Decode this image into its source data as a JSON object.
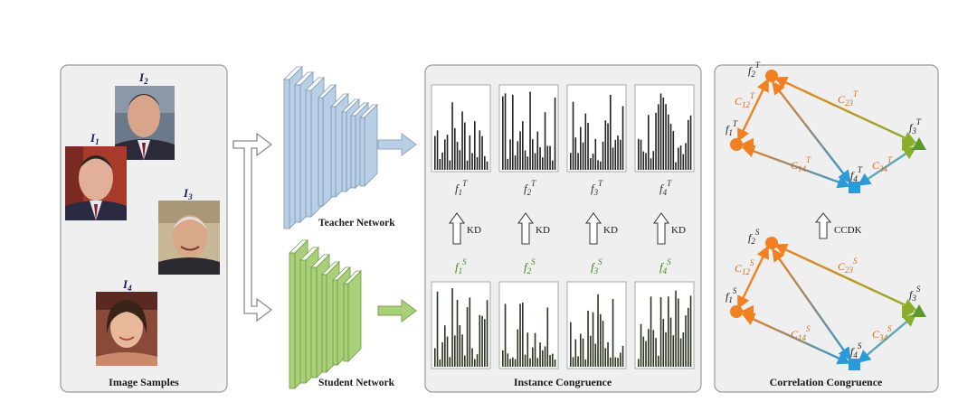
{
  "image_samples": {
    "title": "Image Samples",
    "labels": [
      "I1",
      "I2",
      "I3",
      "I4"
    ]
  },
  "networks": {
    "teacher_label": "Teacher Network",
    "student_label": "Student Network"
  },
  "instance": {
    "title": "Instance Congruence",
    "kd_label": "KD",
    "teacher_features": [
      "f1^T",
      "f2^T",
      "f3^T",
      "f4^T"
    ],
    "student_features": [
      "f1^S",
      "f2^S",
      "f3^S",
      "f4^S"
    ]
  },
  "correlation": {
    "title": "Correlation Congruence",
    "ccdk_label": "CCDK",
    "teacher_nodes": [
      "f1^T",
      "f2^T",
      "f3^T",
      "f4^T"
    ],
    "teacher_edges": [
      "C12^T",
      "C23^T",
      "C14^T",
      "C34^T"
    ],
    "student_nodes": [
      "f1^S",
      "f2^S",
      "f3^S",
      "f4^S"
    ],
    "student_edges": [
      "C12^S",
      "C23^S",
      "C14^S",
      "C34^S"
    ]
  },
  "colors": {
    "teacher_blue": "#b9cfe6",
    "student_green": "#a9cf7a",
    "node_orange": "#f08020",
    "node_green": "#5a9a2a",
    "node_blue": "#2a9ad8",
    "edge_green": "#8aae2a"
  }
}
